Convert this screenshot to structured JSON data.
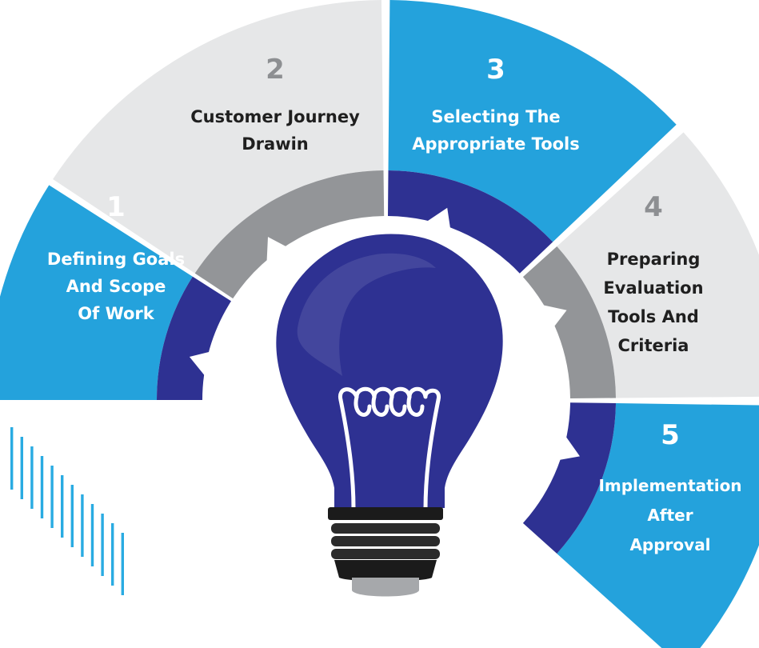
{
  "colors": {
    "blue": "#24a2dc",
    "light_gray": "#e6e7e8",
    "navy": "#2e3192",
    "gray": "#939598",
    "dark_text": "#1f1f1f",
    "number_gray": "#8d8f92",
    "bulb_black": "#1b1b1b",
    "bulb_cap": "#a6a8ab",
    "filament": "#ffffff",
    "stripes": "#29abe2"
  },
  "icons": {
    "bulb": "lightbulb-icon",
    "stripes": "decorative-stripes"
  },
  "steps": [
    {
      "number": "1",
      "lines": [
        "Defining Goals",
        "And Scope",
        "Of Work"
      ],
      "style": "blue"
    },
    {
      "number": "2",
      "lines": [
        "Customer Journey",
        "Drawin"
      ],
      "style": "gray"
    },
    {
      "number": "3",
      "lines": [
        "Selecting The",
        "Appropriate Tools"
      ],
      "style": "blue"
    },
    {
      "number": "4",
      "lines": [
        "Preparing",
        "Evaluation",
        "Tools And",
        "Criteria"
      ],
      "style": "gray"
    },
    {
      "number": "5",
      "lines": [
        "Implementation",
        "After",
        "Approval"
      ],
      "style": "blue"
    }
  ]
}
